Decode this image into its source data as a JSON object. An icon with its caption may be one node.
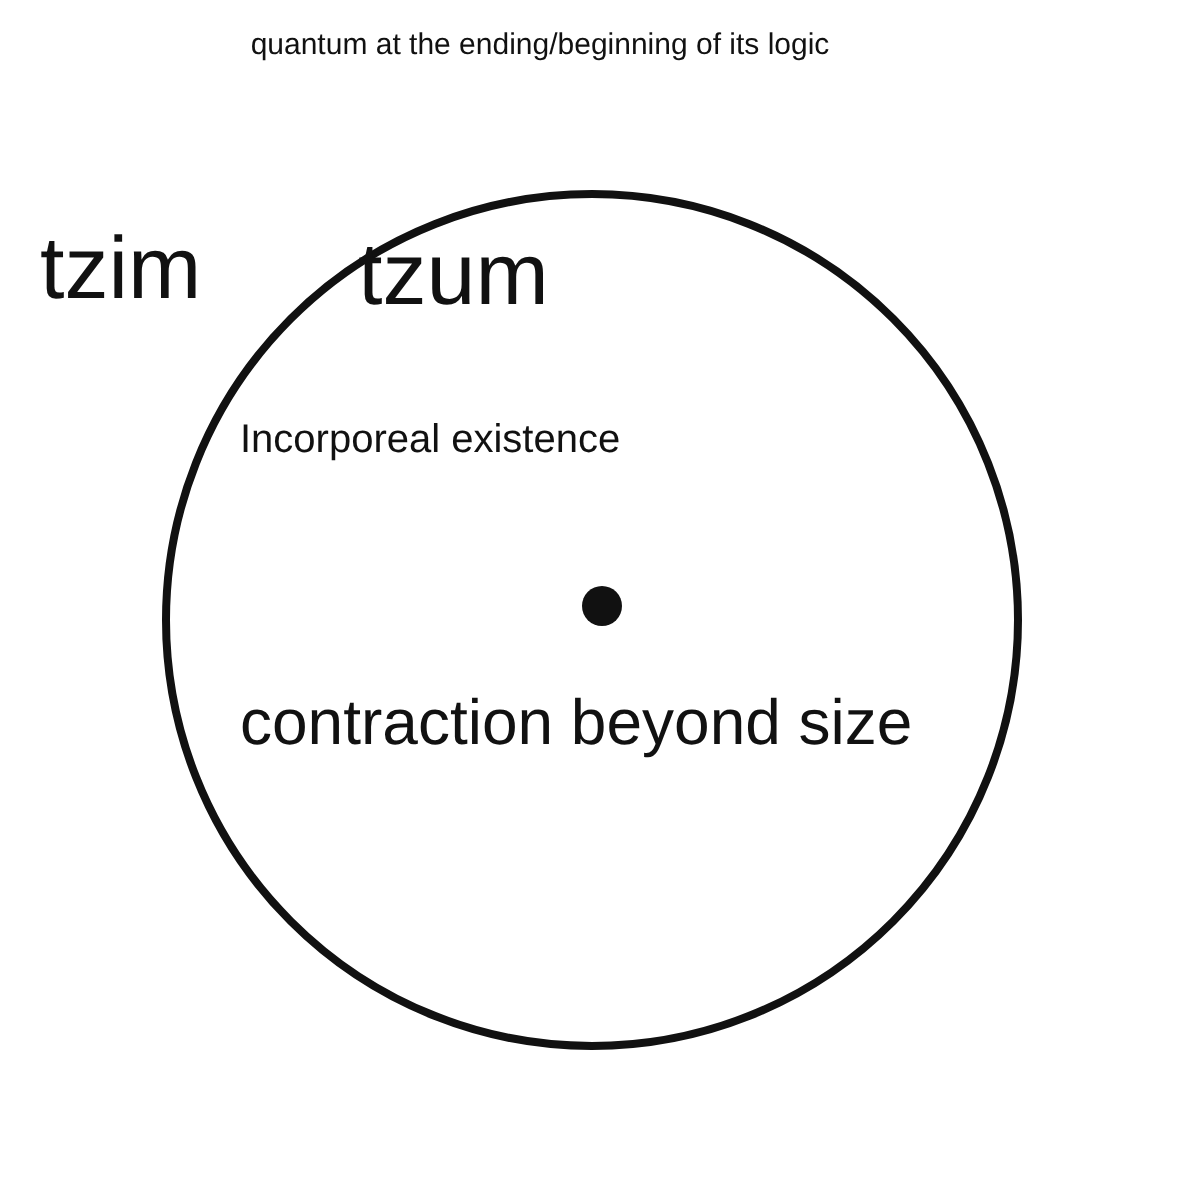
{
  "diagram": {
    "title": "quantum at the ending/beginning of its logic",
    "nodes": [
      {
        "text": [
          "tzum",
          "Incorporeal existence",
          "contraction beyond size"
        ]
      }
    ],
    "labels": [
      "tzim"
    ]
  }
}
